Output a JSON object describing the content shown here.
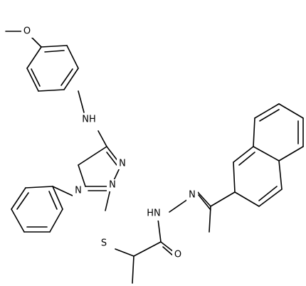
{
  "molecule": {
    "atom_labels": {
      "methoxy_oxygen": "O",
      "amine_nh": "NH",
      "triazole_n1": "N",
      "triazole_n2": "N",
      "triazole_n4": "N",
      "thioether_s": "S",
      "hydrazide_hn": "HN",
      "hydrazone_n": "N",
      "carbonyl_o": "O"
    }
  }
}
